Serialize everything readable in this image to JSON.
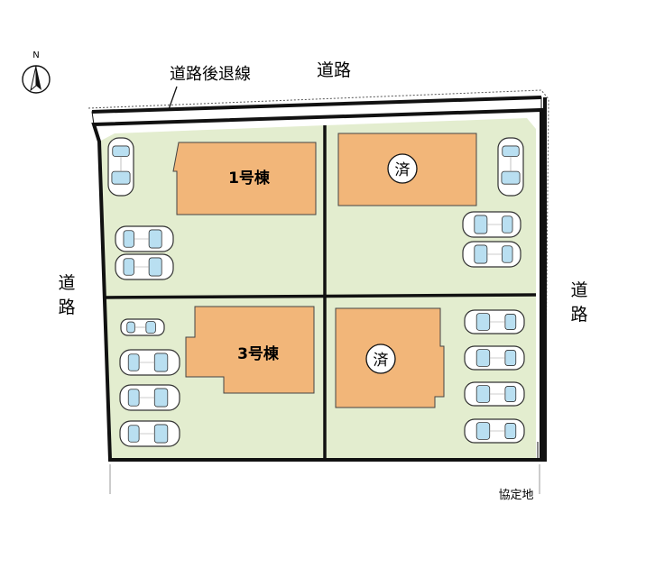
{
  "compass": {
    "label": "N",
    "icon": "north-arrow-icon"
  },
  "labels": {
    "setback_line": "道路後退線",
    "road_top": "道路",
    "road_left": "道路",
    "road_right": "道路",
    "agreement_land": "協定地"
  },
  "lots": [
    {
      "id": "lot-nw",
      "label": "1号棟",
      "sold": false
    },
    {
      "id": "lot-ne",
      "label": "",
      "sold": true
    },
    {
      "id": "lot-sw",
      "label": "3号棟",
      "sold": false
    },
    {
      "id": "lot-se",
      "label": "",
      "sold": true
    }
  ],
  "sold_badge_text": "済",
  "colors": {
    "lot_fill": "#e3edcf",
    "building_fill": "#f2b679",
    "outline": "#111111",
    "car_fill": "#ffffff",
    "car_glass": "#b9dff1"
  },
  "parking": {
    "nw": 3,
    "ne": 3,
    "sw": 4,
    "se": 4
  }
}
